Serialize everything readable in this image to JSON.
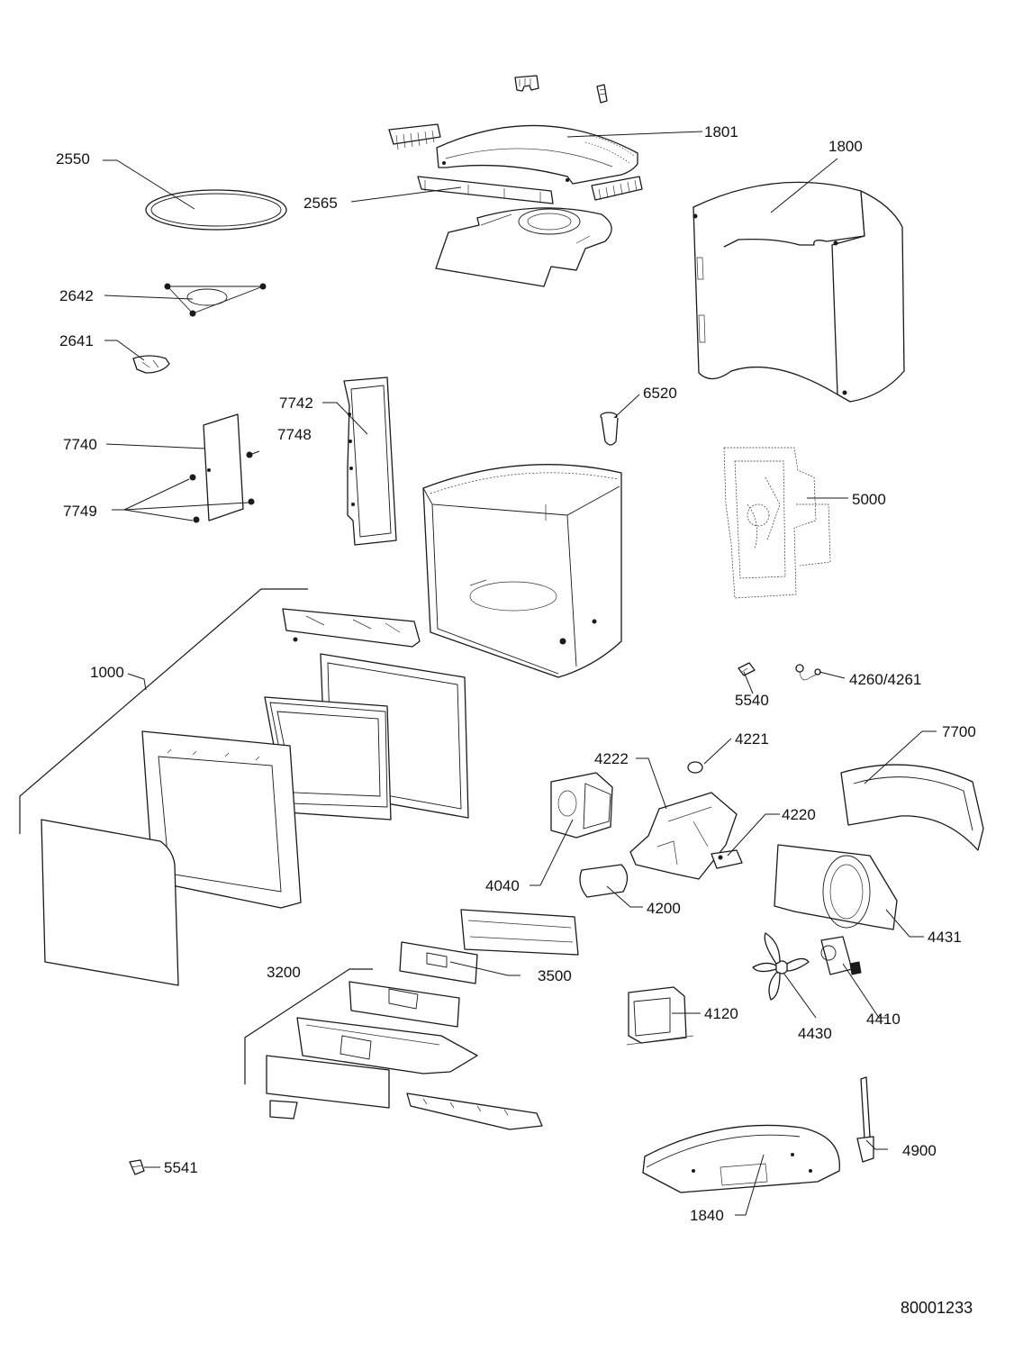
{
  "document_number": "80001233",
  "callouts": {
    "c1801": "1801",
    "c1800": "1800",
    "c2550": "2550",
    "c2565": "2565",
    "c2642": "2642",
    "c2641": "2641",
    "c7742": "7742",
    "c7748": "7748",
    "c7740": "7740",
    "c7749": "7749",
    "c6520": "6520",
    "c5000": "5000",
    "c1000": "1000",
    "c5540": "5540",
    "c4260": "4260/4261",
    "c4221": "4221",
    "c4222": "4222",
    "c7700": "7700",
    "c4220": "4220",
    "c4040": "4040",
    "c4200": "4200",
    "c4431": "4431",
    "c3500": "3500",
    "c3200": "3200",
    "c4120": "4120",
    "c4430": "4430",
    "c4410": "4410",
    "c4900": "4900",
    "c5541": "5541",
    "c1840": "1840"
  }
}
